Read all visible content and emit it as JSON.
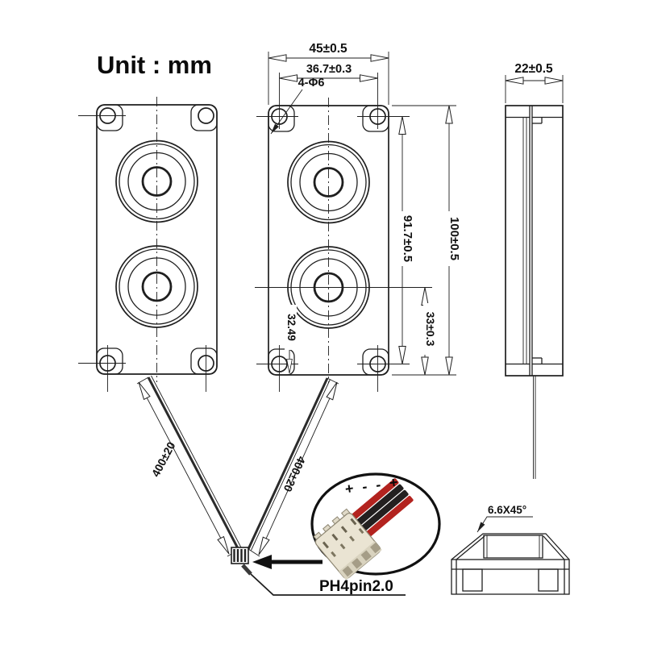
{
  "title": {
    "unit_label": "Unit : mm"
  },
  "dimensions": {
    "front_width": "45±0.5",
    "hole_spacing_horizontal": "36.7±0.3",
    "mounting_holes_note": "4-Φ6",
    "side_thickness": "22±0.5",
    "front_height": "100±0.5",
    "hole_spacing_vertical": "91.7±0.5",
    "speaker_center_to_bottom": "33±0.3",
    "reference_height": "32.49",
    "chamfer_note": "6.6X45°"
  },
  "wires": {
    "left_length": "400±20",
    "right_length": "400±20"
  },
  "connector": {
    "type_label": "PH4pin2.0",
    "polarity_marks": "+ - - +"
  },
  "colors": {
    "line": "#1f1f1f",
    "wire_red": "#b3231f",
    "wire_black": "#232020",
    "connector_body": "#eae4d3"
  }
}
